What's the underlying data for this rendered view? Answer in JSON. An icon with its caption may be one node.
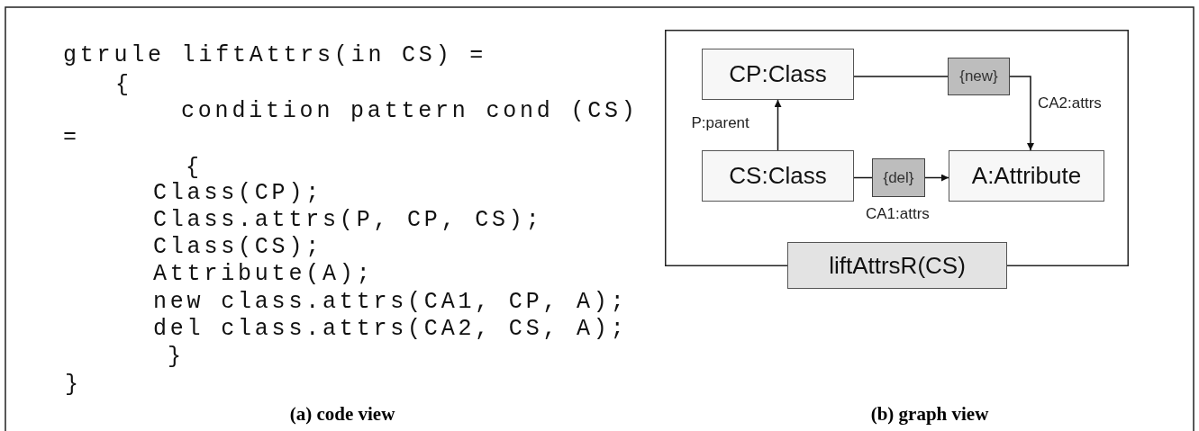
{
  "diagram": {
    "nodes": [
      {
        "text": [
          "liftAttrsR(CS)"
        ]
      },
      {
        "text": [
          "CP:Class"
        ],
        "in": 0
      },
      {
        "text": [
          "CS:Class"
        ],
        "in": 0
      },
      {
        "text": [
          "A:Attribute"
        ],
        "in": 0
      },
      {
        "text": [
          "{new}"
        ],
        "in": 0
      },
      {
        "text": [
          "{del}"
        ],
        "in": 0,
        "beside": [
          "CA1:attrs"
        ]
      }
    ],
    "edges": [
      {
        "from": 2,
        "to": 1,
        "arrow": "to",
        "label": "P:parent"
      },
      {
        "from": 1,
        "to": 4,
        "arrow": "none"
      },
      {
        "from": 4,
        "to": 3,
        "arrow": "to",
        "label": "CA2:attrs"
      },
      {
        "from": 2,
        "to": 5,
        "arrow": "none"
      },
      {
        "from": 5,
        "to": 3,
        "arrow": "to"
      }
    ],
    "labels": [
      "gtrule liftAttrs(in CS) =",
      "{",
      "condition pattern cond (CS)",
      "=",
      "{",
      "Class(CP);",
      "Class.attrs(P, CP, CS);",
      "Class(CS);",
      "Attribute(A);",
      "new class.attrs(CA1, CP, A);",
      "del class.attrs(CA2, CS, A);",
      "}",
      "}",
      "(a) code view",
      "(b) graph view"
    ]
  }
}
